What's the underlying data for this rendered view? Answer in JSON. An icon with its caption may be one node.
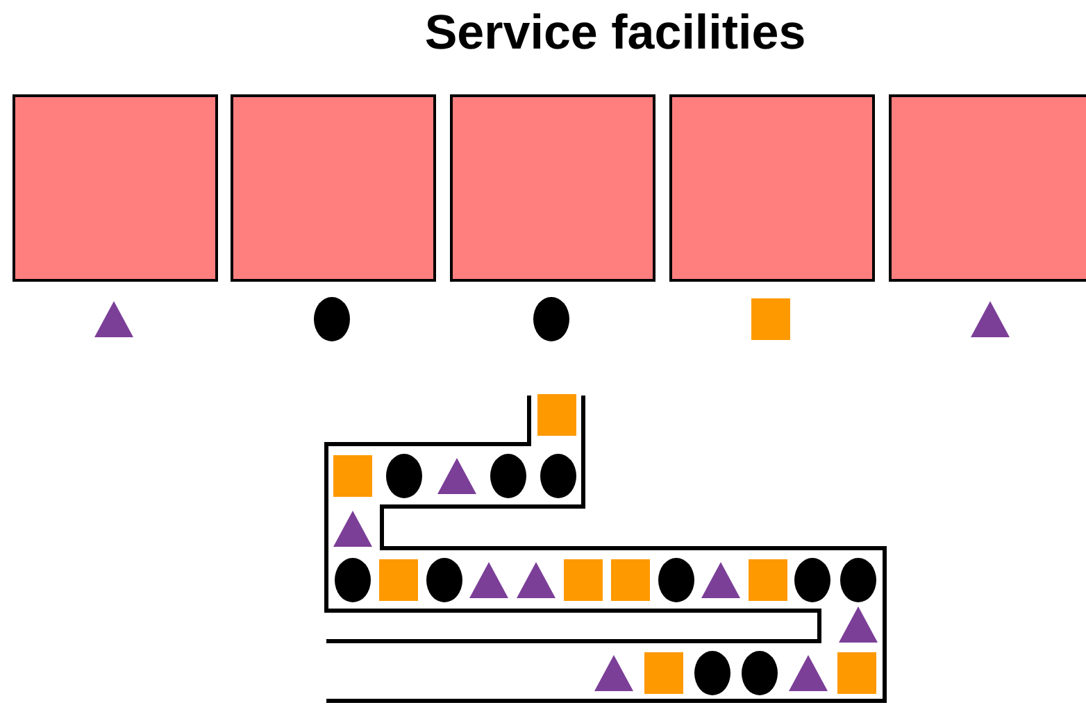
{
  "diagram": {
    "title": "Service facilities",
    "nodes": [
      {
        "text": [],
        "shape": "box"
      },
      {
        "text": [],
        "shape": "box"
      },
      {
        "text": [],
        "shape": "box"
      },
      {
        "text": [],
        "shape": "box"
      },
      {
        "text": [],
        "shape": "box"
      }
    ]
  }
}
